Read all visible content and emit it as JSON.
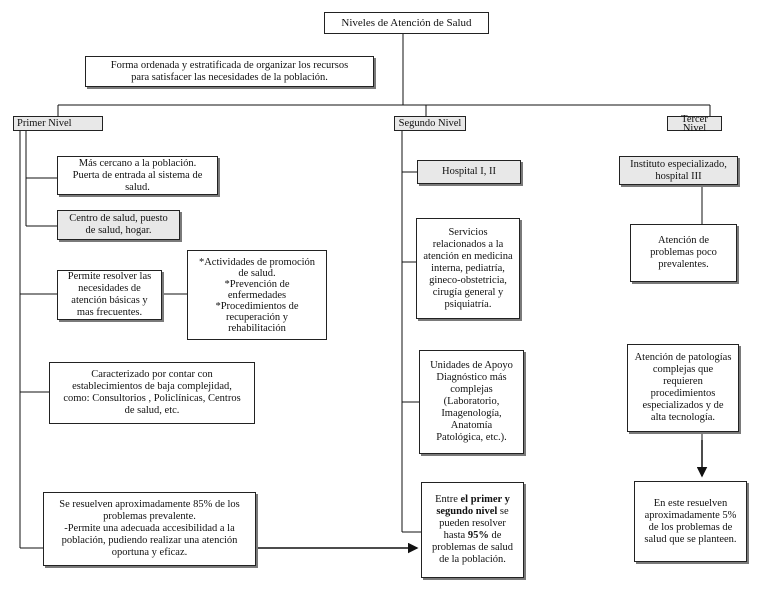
{
  "title": "Niveles de Atención de Salud",
  "definition": [
    "Forma ordenada y estratificada de organizar los recursos",
    "para satisfacer las necesidades de la población."
  ],
  "primer_nivel": {
    "header": "Primer Nivel",
    "cercano": [
      "Más cercano a la población.",
      "Puerta de entrada al sistema de",
      "salud."
    ],
    "centro": [
      "Centro de salud, puesto",
      "de salud, hogar."
    ],
    "permite": [
      "Permite resolver las",
      "necesidades de",
      "atención básicas y",
      "mas frecuentes."
    ],
    "actividades": [
      "*Actividades de promoción",
      "de salud.",
      "*Prevención de",
      "enfermedades",
      "*Procedimientos de",
      "recuperación y",
      "rehabilitación"
    ],
    "caracterizado": [
      "Caracterizado  por contar con",
      "establecimientos de baja complejidad,",
      "como: Consultorios , Policlínicas, Centros",
      "de salud, etc."
    ],
    "resuelven": [
      "Se resuelven aproximadamente 85% de los",
      "problemas prevalente.",
      "-Permite una adecuada accesibilidad a la",
      "población, pudiendo realizar una atención",
      "oportuna y eficaz."
    ]
  },
  "segundo_nivel": {
    "header": "Segundo Nivel",
    "hospital": "Hospital I, II",
    "servicios": [
      "Servicios",
      "relacionados a la",
      "atención en medicina",
      "interna, pediatría,",
      "gineco-obstetricia,",
      "cirugía general y",
      "psiquiatría."
    ],
    "unidades": [
      "Unidades de Apoyo",
      "Diagnóstico más",
      "complejas",
      "(Laboratorio,",
      "Imagenología,",
      "Anatomía",
      "Patológica, etc.)."
    ],
    "entre": {
      "l1_pre": "Entre ",
      "l1_bold": "el primer y",
      "l2_bold": "segundo nivel",
      "l2_post": " se",
      "l3": "pueden resolver",
      "l4_pre": "hasta ",
      "l4_bold": "95%",
      "l4_post": " de",
      "l5": "problemas de salud",
      "l6": "de la población."
    }
  },
  "tercer_nivel": {
    "header": [
      "Tercer",
      "Nivel"
    ],
    "instituto": [
      "Instituto especializado,",
      "hospital III"
    ],
    "atencion_poco": [
      "Atención  de",
      "problemas poco",
      "prevalentes."
    ],
    "atencion_patologias": [
      "Atención de patologías",
      "complejas que",
      "requieren",
      "procedimientos",
      "especializados y de",
      "alta tecnología."
    ],
    "resuelven": [
      "En este resuelven",
      "aproximadamente 5%",
      "de los problemas de",
      "salud que se planteen."
    ]
  }
}
